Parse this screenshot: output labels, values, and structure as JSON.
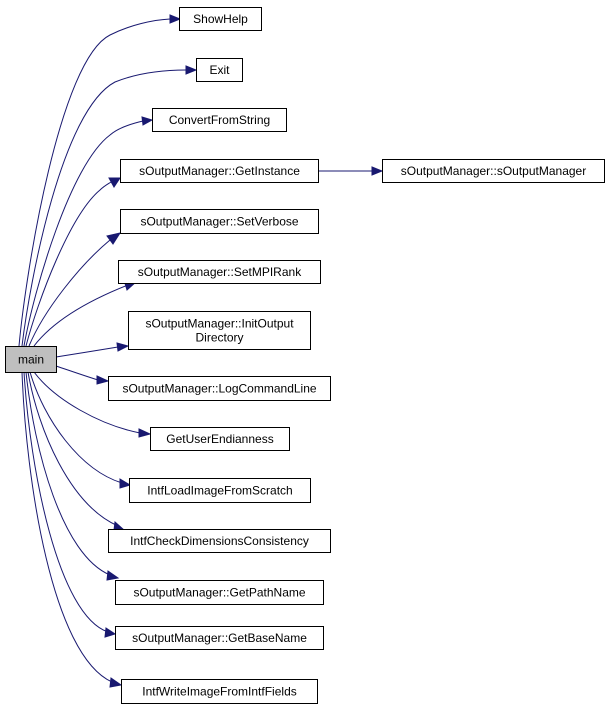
{
  "graph": {
    "nodes": [
      {
        "id": "main",
        "lines": [
          "main"
        ],
        "root": true
      },
      {
        "id": "showhelp",
        "lines": [
          "ShowHelp"
        ]
      },
      {
        "id": "exit",
        "lines": [
          "Exit"
        ]
      },
      {
        "id": "convertfromstring",
        "lines": [
          "ConvertFromString"
        ]
      },
      {
        "id": "getinstance",
        "lines": [
          "sOutputManager::GetInstance"
        ]
      },
      {
        "id": "soutputmanager",
        "lines": [
          "sOutputManager::sOutputManager"
        ]
      },
      {
        "id": "setverbose",
        "lines": [
          "sOutputManager::SetVerbose"
        ]
      },
      {
        "id": "setmpirank",
        "lines": [
          "sOutputManager::SetMPIRank"
        ]
      },
      {
        "id": "initoutputdirectory",
        "lines": [
          "sOutputManager::InitOutput",
          "Directory"
        ]
      },
      {
        "id": "logcommandline",
        "lines": [
          "sOutputManager::LogCommandLine"
        ]
      },
      {
        "id": "getuserendianness",
        "lines": [
          "GetUserEndianness"
        ]
      },
      {
        "id": "intfloadimagefromscratch",
        "lines": [
          "IntfLoadImageFromScratch"
        ]
      },
      {
        "id": "intfcheckdimensionsconsistency",
        "lines": [
          "IntfCheckDimensionsConsistency"
        ]
      },
      {
        "id": "getpathname",
        "lines": [
          "sOutputManager::GetPathName"
        ]
      },
      {
        "id": "getbasename",
        "lines": [
          "sOutputManager::GetBaseName"
        ]
      },
      {
        "id": "intfwriteimagefromintffields",
        "lines": [
          "IntfWriteImageFromIntfFields"
        ]
      }
    ],
    "edges": [
      {
        "from": "main",
        "to": "showhelp"
      },
      {
        "from": "main",
        "to": "exit"
      },
      {
        "from": "main",
        "to": "convertfromstring"
      },
      {
        "from": "main",
        "to": "getinstance"
      },
      {
        "from": "getinstance",
        "to": "soutputmanager"
      },
      {
        "from": "main",
        "to": "setverbose"
      },
      {
        "from": "main",
        "to": "setmpirank"
      },
      {
        "from": "main",
        "to": "initoutputdirectory"
      },
      {
        "from": "main",
        "to": "logcommandline"
      },
      {
        "from": "main",
        "to": "getuserendianness"
      },
      {
        "from": "main",
        "to": "intfloadimagefromscratch"
      },
      {
        "from": "main",
        "to": "intfcheckdimensionsconsistency"
      },
      {
        "from": "main",
        "to": "getpathname"
      },
      {
        "from": "main",
        "to": "getbasename"
      },
      {
        "from": "main",
        "to": "intfwriteimagefromintffields"
      }
    ]
  }
}
